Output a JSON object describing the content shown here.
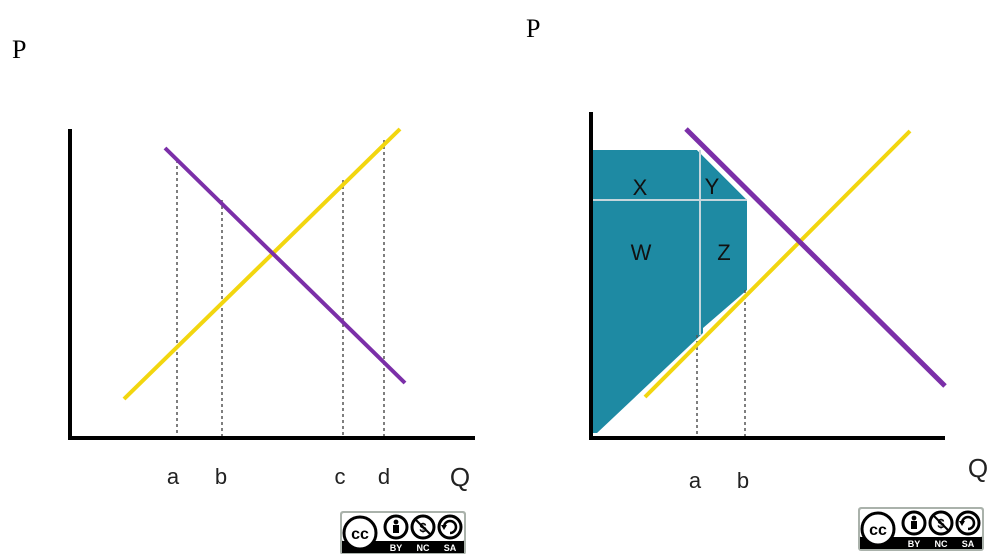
{
  "left_panel": {
    "y_axis_label": "P",
    "x_axis_label": "Q",
    "quantity_markers": [
      "a",
      "b",
      "c",
      "d"
    ]
  },
  "right_panel": {
    "y_axis_label": "P",
    "x_axis_label": "Q",
    "quantity_markers": [
      "a",
      "b"
    ],
    "areas": {
      "x": "X",
      "y": "Y",
      "w": "W",
      "z": "Z"
    }
  },
  "colors": {
    "demand": "#7b2fa8",
    "supply": "#f2d60f",
    "area_fill": "#1e8aa3",
    "axis": "#000000",
    "guide": "#555555"
  },
  "license_badges": [
    {
      "icons": [
        "cc-icon",
        "by-person-icon",
        "nc-dollar-icon",
        "sa-arrow-icon"
      ],
      "labels": [
        "BY",
        "NC",
        "SA"
      ]
    },
    {
      "icons": [
        "cc-icon",
        "by-person-icon",
        "nc-dollar-icon",
        "sa-arrow-icon"
      ],
      "labels": [
        "BY",
        "NC",
        "SA"
      ]
    }
  ]
}
